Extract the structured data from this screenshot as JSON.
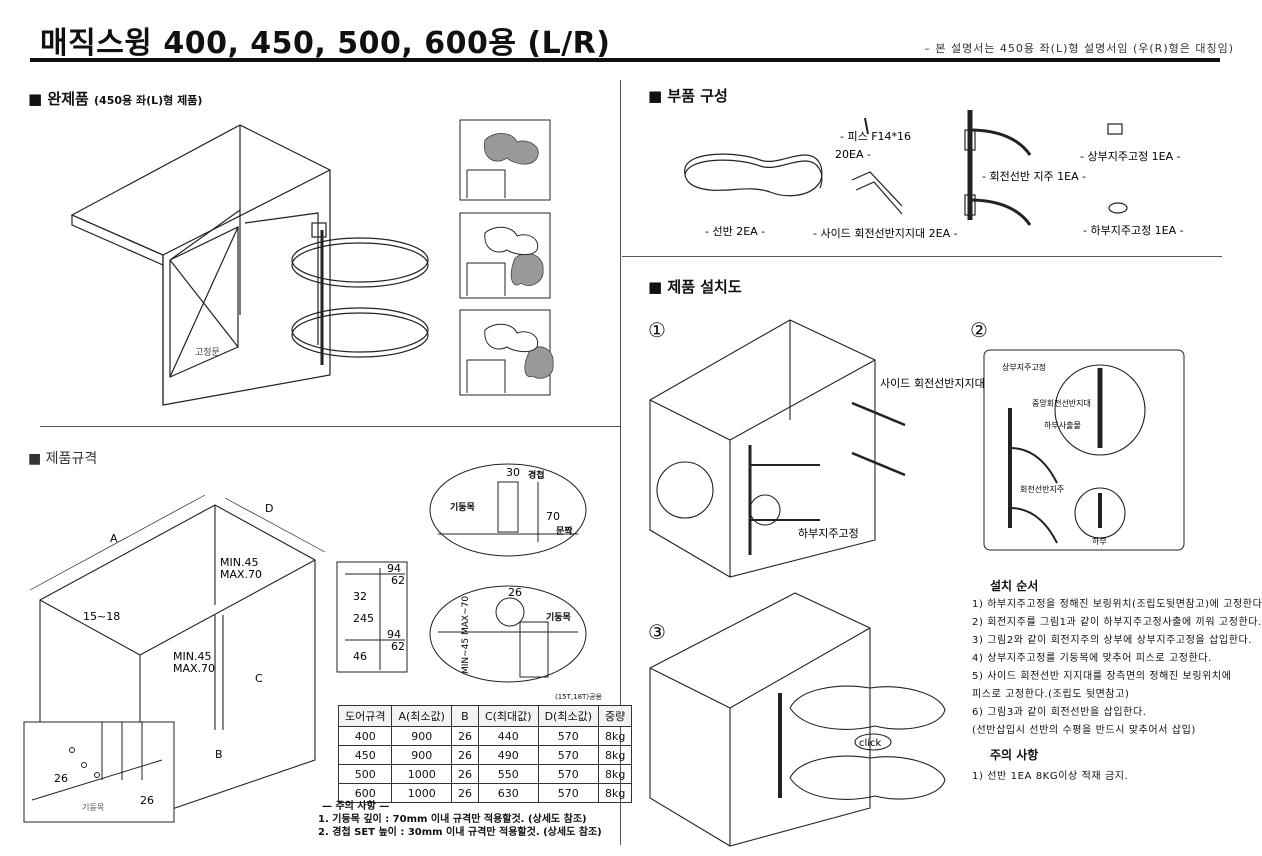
{
  "header": {
    "title": "매직스윙 400, 450, 500, 600용 (L/R)",
    "note": "– 본 설명서는 450용 좌(L)형 설명서임 (우(R)형은 대칭임)"
  },
  "complete": {
    "heading": "■ 완제품",
    "sub": "(450용 좌(L)형 제품)",
    "fixed_label": "고정문"
  },
  "parts": {
    "heading": "■ 부품 구성",
    "screw": "- 피스 F14*16",
    "screw_qty": "20EA -",
    "shelf": "- 선반 2EA -",
    "side_support": "- 사이드 회전선반지지대 2EA -",
    "pole": "- 회전선반 지주 1EA -",
    "upper_fix": "- 상부지주고정 1EA -",
    "lower_fix": "- 하부지주고정 1EA -"
  },
  "install": {
    "heading": "■ 제품 설치도",
    "step1": "①",
    "step2": "②",
    "step3": "③",
    "side_label": "사이드 회전선반지지대",
    "lower_label": "하부지주고정",
    "upper_label": "상부지주고정",
    "center_label": "중앙회전선반지대",
    "suction_label": "하부사출물",
    "pole_label": "회전선반지주",
    "bottom_label": "하부",
    "click": "click"
  },
  "spec": {
    "heading": "■ 제품규격",
    "dimA": "A",
    "dimD": "D",
    "dimC": "C",
    "dimB": "B",
    "min45": "MIN.45",
    "max70": "MAX.70",
    "t1518": "15~18",
    "d26": "26",
    "d46": "46",
    "d94": "94",
    "d62": "62",
    "d32": "32",
    "d245": "245",
    "d30": "30",
    "d70": "70",
    "pillar": "기둥목",
    "hinge": "경첩",
    "door": "문짝",
    "minmax": "MIN~45 MAX~70",
    "thick_note": "(15T,18T)",
    "thick_note2": "공용",
    "table": {
      "headers": [
        "도어규격",
        "A(최소값)",
        "B",
        "C(최대값)",
        "D(최소값)",
        "중량"
      ],
      "rows": [
        [
          "400",
          "900",
          "26",
          "440",
          "570",
          "8kg"
        ],
        [
          "450",
          "900",
          "26",
          "490",
          "570",
          "8kg"
        ],
        [
          "500",
          "1000",
          "26",
          "550",
          "570",
          "8kg"
        ],
        [
          "600",
          "1000",
          "26",
          "630",
          "570",
          "8kg"
        ]
      ]
    },
    "caution_title": "— 주의 사항 —",
    "caution_1": "1. 기둥목 깊이 : 70mm 이내 규격만 적용할것. (상세도 참조)",
    "caution_2": "2. 경첩 SET 높이 : 30mm 이내 규격만 적용할것. (상세도 참조)"
  },
  "order": {
    "title": "설치 순서",
    "steps": [
      "1)  하부지주고정을 정해진 보링위치(조립도뒷면참고)에 고정한다.",
      "2)  회전지주를 그림1과 같이 하부지주고정사출에 끼워 고정한다.",
      "3)  그림2와 같이 회전지주의 상부에 상부지주고정을 삽입한다.",
      "4)  상부지주고정를 기둥목에 맞추어 피스로 고정한다.",
      "5)  사이드 회전선반 지지대를 장측면의 정해진 보링위치에",
      "      피스로 고정한다.(조립도 뒷면참고)",
      "6)  그림3과 같이 회전선반을 삽입한다.",
      "      (선반삽입시 선반의 수평을 반드시 맞추어서 삽입)"
    ],
    "caution_title": "주의 사항",
    "caution": "1)  선반 1EA 8KG이상 적재 금지."
  }
}
